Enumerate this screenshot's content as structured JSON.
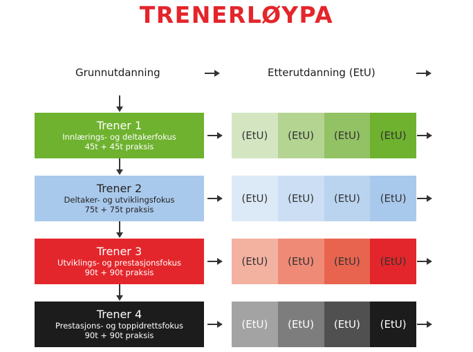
{
  "title": "TRENERLØYPA",
  "columns": {
    "left": "Grunnutdanning",
    "right": "Etterutdanning (EtU)"
  },
  "levels": [
    {
      "name": "Trener 1",
      "focus": "Innlærings- og deltakerfokus",
      "hours": "45t + 45t praksis",
      "color": "#6eb22f",
      "text_color": "#ffffff",
      "etu": [
        {
          "label": "(EtU)",
          "bg": "#d3e6c1",
          "fg": "#333333"
        },
        {
          "label": "(EtU)",
          "bg": "#b4d492",
          "fg": "#333333"
        },
        {
          "label": "(EtU)",
          "bg": "#93c265",
          "fg": "#333333"
        },
        {
          "label": "(EtU)",
          "bg": "#6eb22f",
          "fg": "#333333"
        }
      ]
    },
    {
      "name": "Trener 2",
      "focus": "Deltaker- og utviklingsfokus",
      "hours": "75t + 75t praksis",
      "color": "#a9c9ec",
      "text_color": "#222222",
      "etu": [
        {
          "label": "(EtU)",
          "bg": "#dce9f7",
          "fg": "#333333"
        },
        {
          "label": "(EtU)",
          "bg": "#cbdef3",
          "fg": "#333333"
        },
        {
          "label": "(EtU)",
          "bg": "#bad4f0",
          "fg": "#333333"
        },
        {
          "label": "(EtU)",
          "bg": "#a9c9ec",
          "fg": "#333333"
        }
      ]
    },
    {
      "name": "Trener 3",
      "focus": "Utviklings- og prestasjonsfokus",
      "hours": "90t + 90t praksis",
      "color": "#e3262b",
      "text_color": "#ffffff",
      "etu": [
        {
          "label": "(EtU)",
          "bg": "#f3b1a0",
          "fg": "#333333"
        },
        {
          "label": "(EtU)",
          "bg": "#ee8a76",
          "fg": "#333333"
        },
        {
          "label": "(EtU)",
          "bg": "#e8644e",
          "fg": "#333333"
        },
        {
          "label": "(EtU)",
          "bg": "#e3262b",
          "fg": "#333333"
        }
      ]
    },
    {
      "name": "Trener 4",
      "focus": "Prestasjons- og toppidrettsfokus",
      "hours": "90t + 90t praksis",
      "color": "#1c1c1c",
      "text_color": "#ffffff",
      "etu": [
        {
          "label": "(EtU)",
          "bg": "#a3a3a3",
          "fg": "#ffffff"
        },
        {
          "label": "(EtU)",
          "bg": "#7d7d7d",
          "fg": "#ffffff"
        },
        {
          "label": "(EtU)",
          "bg": "#505050",
          "fg": "#ffffff"
        },
        {
          "label": "(EtU)",
          "bg": "#1c1c1c",
          "fg": "#ffffff"
        }
      ]
    }
  ]
}
